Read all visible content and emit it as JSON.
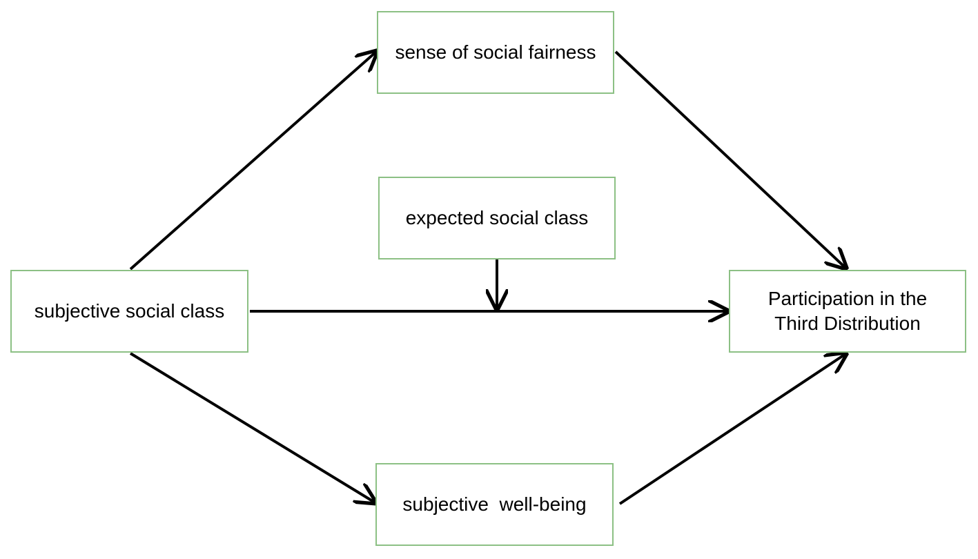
{
  "diagram": {
    "nodes": {
      "sense_of_social_fairness": "sense of social fairness",
      "expected_social_class": "expected social class",
      "subjective_social_class": "subjective social class",
      "participation": "Participation in the\nThird Distribution",
      "subjective_well_being": "subjective  well-being"
    },
    "edges": [
      {
        "from": "subjective_social_class",
        "to": "sense_of_social_fairness"
      },
      {
        "from": "sense_of_social_fairness",
        "to": "participation"
      },
      {
        "from": "subjective_social_class",
        "to": "participation"
      },
      {
        "from": "expected_social_class",
        "to": "subjective_social_class->participation",
        "type": "moderation"
      },
      {
        "from": "subjective_social_class",
        "to": "subjective_well_being"
      },
      {
        "from": "subjective_well_being",
        "to": "participation"
      }
    ],
    "colors": {
      "box_border": "#8cc084",
      "arrow": "#000000",
      "text": "#000000"
    }
  }
}
